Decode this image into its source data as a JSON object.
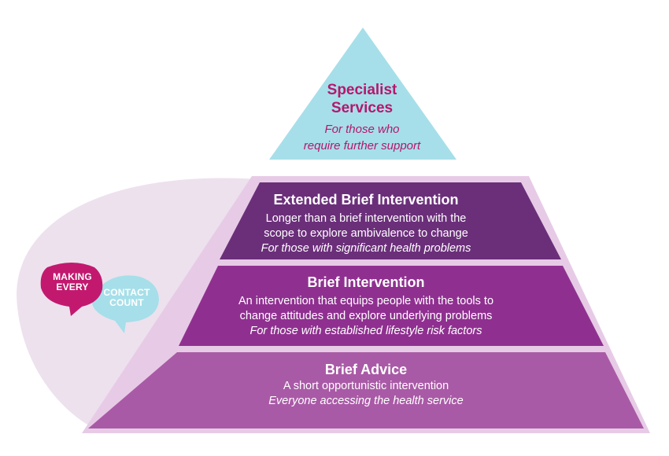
{
  "top": {
    "title_line1": "Specialist",
    "title_line2": "Services",
    "audience_line1": "For those who",
    "audience_line2": "require further support"
  },
  "tiers": [
    {
      "title": "Extended Brief Intervention",
      "desc_line1": "Longer than a brief intervention with the",
      "desc_line2": "scope to explore ambivalence to change",
      "audience": "For those with significant health problems"
    },
    {
      "title": "Brief Intervention",
      "desc_line1": "An intervention that equips people with the tools to",
      "desc_line2": "change attitudes and explore underlying problems",
      "audience": "For those with established lifestyle risk factors"
    },
    {
      "title": "Brief Advice",
      "desc_line1": "A short opportunistic intervention",
      "audience": "Everyone accessing the health service"
    }
  ],
  "badge": {
    "bubble1_line1": "MAKING",
    "bubble1_line2": "EVERY",
    "bubble2_line1": "CONTACT",
    "bubble2_line2": "COUNT"
  },
  "colors": {
    "top_fill": "#a6dfe9",
    "top_text": "#b5176f",
    "tier1_fill": "#6b2f7a",
    "tier2_fill": "#8f3090",
    "tier3_fill": "#a95aa6",
    "outline": "#e7cbe6",
    "background_shape": "#ede1ee",
    "bubble_pink": "#c2196f",
    "bubble_blue": "#a6dfe9"
  }
}
